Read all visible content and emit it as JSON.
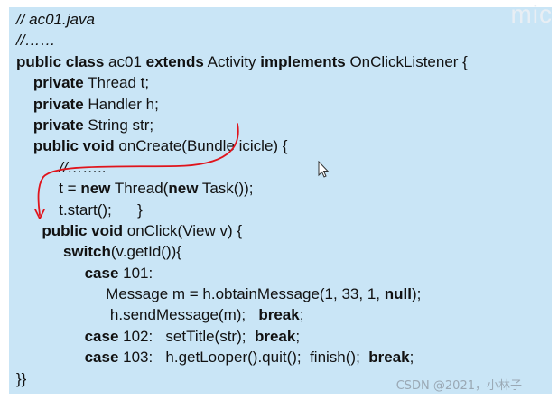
{
  "watermark_top": "mic",
  "watermark_bottom": "CSDN @2021，小林子",
  "code_lines": [
    [
      {
        "t": "// ac01.java",
        "c": "comment"
      }
    ],
    [
      {
        "t": "//……",
        "c": "comment"
      }
    ],
    [
      {
        "t": "public class",
        "c": "kw"
      },
      {
        "t": " ac01 ",
        "c": ""
      },
      {
        "t": "extends",
        "c": "kw"
      },
      {
        "t": " Activity ",
        "c": ""
      },
      {
        "t": "implements",
        "c": "kw"
      },
      {
        "t": " OnClickListener {",
        "c": ""
      }
    ],
    [
      {
        "t": "    ",
        "c": ""
      },
      {
        "t": "private",
        "c": "kw"
      },
      {
        "t": " Thread t;",
        "c": ""
      }
    ],
    [
      {
        "t": "    ",
        "c": ""
      },
      {
        "t": "private",
        "c": "kw"
      },
      {
        "t": " Handler h;",
        "c": ""
      }
    ],
    [
      {
        "t": "    ",
        "c": ""
      },
      {
        "t": "private",
        "c": "kw"
      },
      {
        "t": " String str;",
        "c": ""
      }
    ],
    [
      {
        "t": "    ",
        "c": ""
      },
      {
        "t": "public void",
        "c": "kw"
      },
      {
        "t": " onCreate(Bundle icicle) {",
        "c": ""
      }
    ],
    [
      {
        "t": "          //……..",
        "c": "comment"
      }
    ],
    [
      {
        "t": "          t = ",
        "c": ""
      },
      {
        "t": "new",
        "c": "kw"
      },
      {
        "t": " Thread(",
        "c": ""
      },
      {
        "t": "new",
        "c": "kw"
      },
      {
        "t": " Task());",
        "c": ""
      }
    ],
    [
      {
        "t": "          t.start();      }",
        "c": ""
      }
    ],
    [
      {
        "t": "      ",
        "c": ""
      },
      {
        "t": "public void",
        "c": "kw"
      },
      {
        "t": " onClick(View v) {",
        "c": ""
      }
    ],
    [
      {
        "t": "           ",
        "c": ""
      },
      {
        "t": "switch",
        "c": "kw"
      },
      {
        "t": "(v.getId()){",
        "c": ""
      }
    ],
    [
      {
        "t": "                ",
        "c": ""
      },
      {
        "t": "case",
        "c": "kw"
      },
      {
        "t": " 101:",
        "c": ""
      }
    ],
    [
      {
        "t": "                     Message m = h.obtainMessage(1, 33, 1, ",
        "c": ""
      },
      {
        "t": "null",
        "c": "kw"
      },
      {
        "t": ");",
        "c": ""
      }
    ],
    [
      {
        "t": "                      h.sendMessage(m);   ",
        "c": ""
      },
      {
        "t": "break",
        "c": "kw"
      },
      {
        "t": ";",
        "c": ""
      }
    ],
    [
      {
        "t": "                ",
        "c": ""
      },
      {
        "t": "case",
        "c": "kw"
      },
      {
        "t": " 102:   setTitle(str);  ",
        "c": ""
      },
      {
        "t": "break",
        "c": "kw"
      },
      {
        "t": ";",
        "c": ""
      }
    ],
    [
      {
        "t": "                ",
        "c": ""
      },
      {
        "t": "case",
        "c": "kw"
      },
      {
        "t": " 103:   h.getLooper().quit();  finish();  ",
        "c": ""
      },
      {
        "t": "break",
        "c": "kw"
      },
      {
        "t": ";",
        "c": ""
      }
    ],
    [
      {
        "t": "}}",
        "c": ""
      }
    ]
  ]
}
